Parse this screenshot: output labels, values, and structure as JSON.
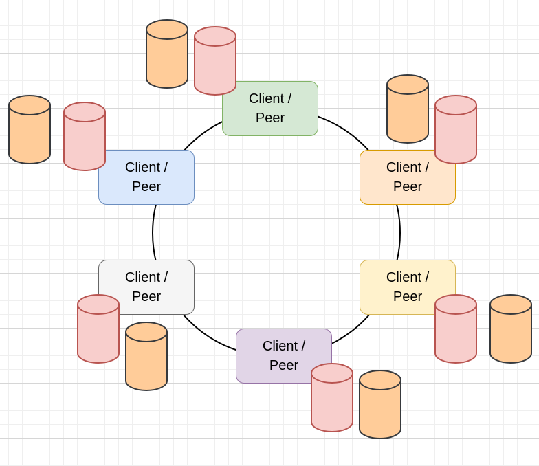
{
  "nodes": [
    {
      "label": "Client / Peer",
      "fill": "#d5e8d4",
      "stroke": "#82b366"
    },
    {
      "label": "Client / Peer",
      "fill": "#ffe6cc",
      "stroke": "#d79b00"
    },
    {
      "label": "Client / Peer",
      "fill": "#fff2cc",
      "stroke": "#d6b656"
    },
    {
      "label": "Client / Peer",
      "fill": "#e1d5e7",
      "stroke": "#9673a6"
    },
    {
      "label": "Client / Peer",
      "fill": "#f5f5f5",
      "stroke": "#666666"
    },
    {
      "label": "Client / Peer",
      "fill": "#dae8fc",
      "stroke": "#6c8ebf"
    }
  ],
  "colors": {
    "ring": "#000000",
    "cylinder_orange_fill": "#ffcc99",
    "cylinder_orange_stroke": "#36393d",
    "cylinder_pink_fill": "#f8cecc",
    "cylinder_pink_stroke": "#b85450"
  }
}
